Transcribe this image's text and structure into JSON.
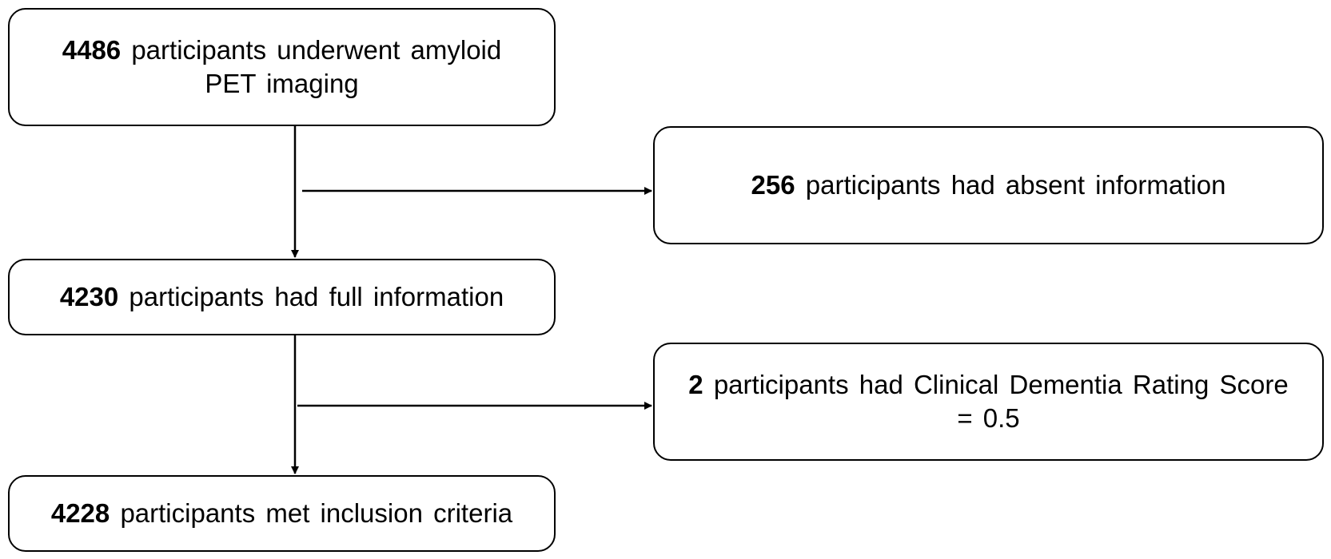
{
  "flow": {
    "start": {
      "count": "4486",
      "text": "participants underwent amyloid PET imaging"
    },
    "exclusion_1": {
      "count": "256",
      "text": "participants had absent information"
    },
    "full_info": {
      "count": "4230",
      "text": "participants had full information"
    },
    "exclusion_2": {
      "count": "2",
      "text": "participants had Clinical Dementia Rating Score = 0.5"
    },
    "final": {
      "count": "4228",
      "text": "participants met inclusion criteria"
    }
  },
  "colors": {
    "stroke": "#000000",
    "background": "#ffffff"
  }
}
